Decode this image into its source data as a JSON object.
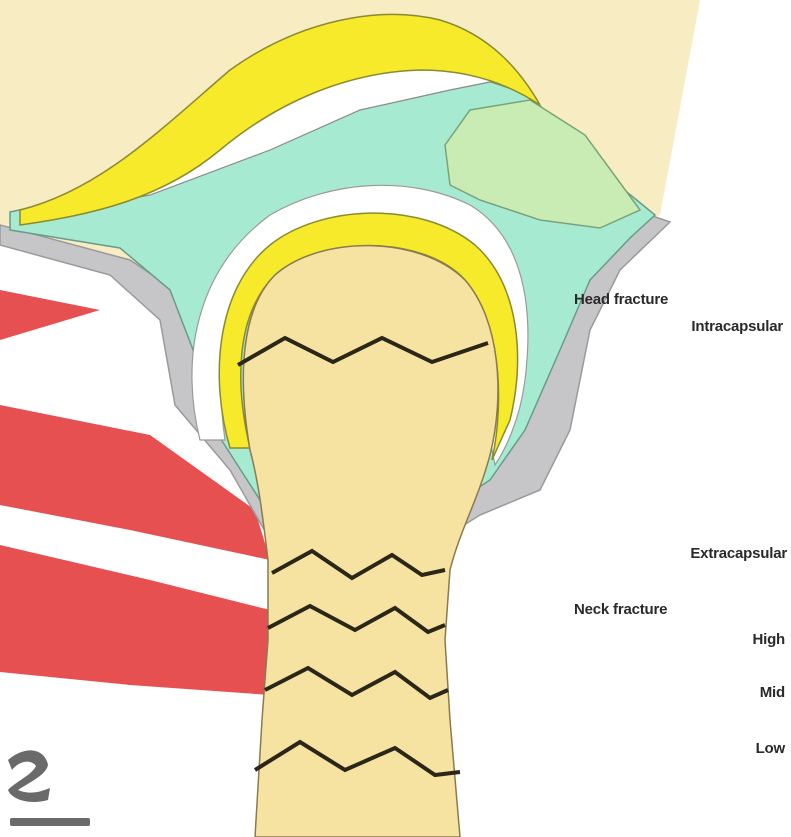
{
  "labels": {
    "head_fracture": "Head fracture",
    "intracapsular": "Intracapsular",
    "extracapsular": "Extracapsular",
    "neck_fracture": "Neck fracture",
    "high": "High",
    "mid": "Mid",
    "low": "Low"
  },
  "colors": {
    "bone": "#f6e3a1",
    "cartilage": "#f7ea2b",
    "synovium": "#a6ebd1",
    "light_green": "#c8ecb4",
    "capsule": "#c6c6c9",
    "muscle": "#e65050",
    "background": "#f7ecc2",
    "fracture_line": "#2a2618"
  }
}
